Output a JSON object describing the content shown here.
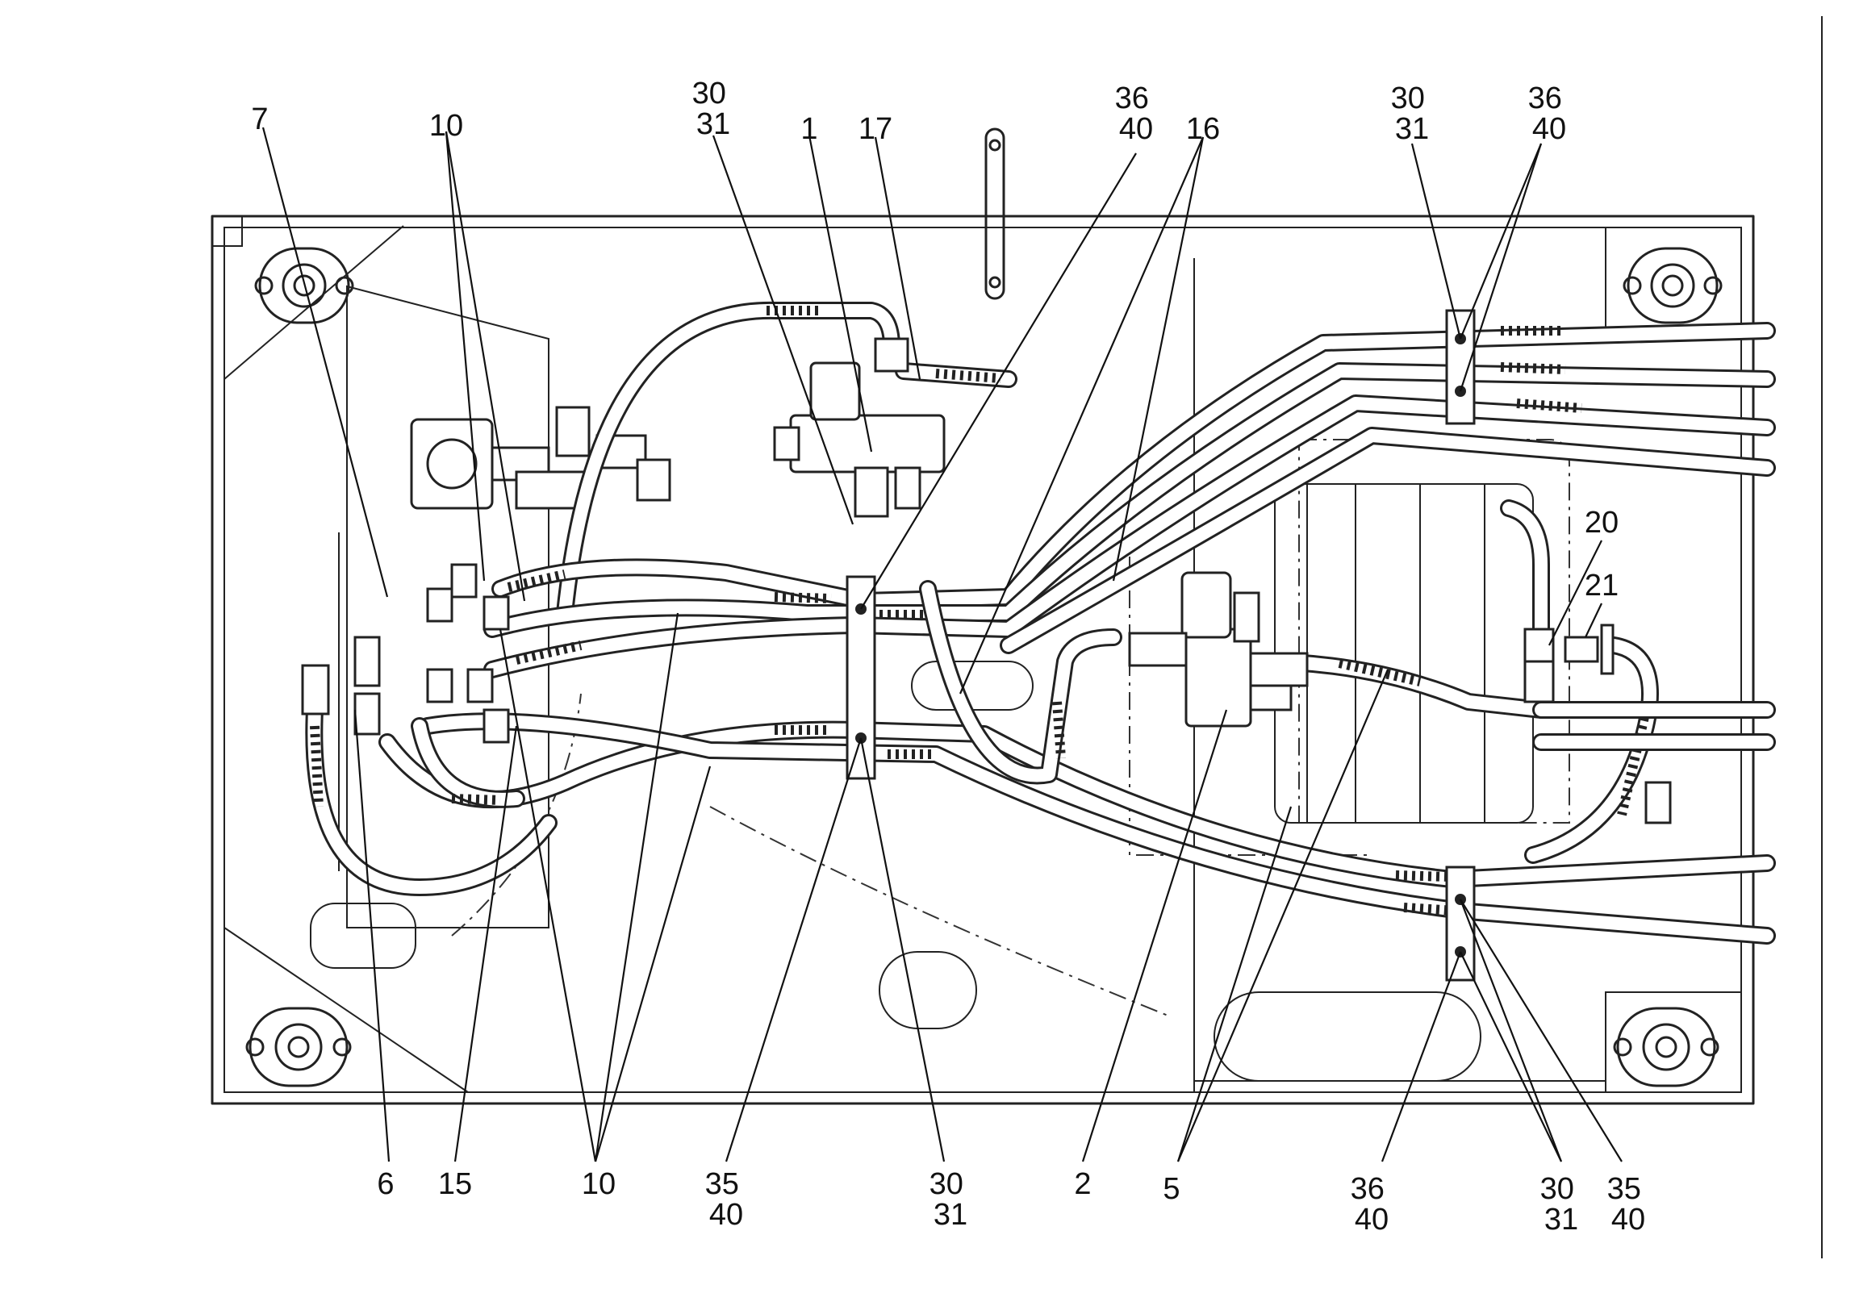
{
  "callouts": [
    {
      "id": "c7",
      "lines": [
        "7"
      ]
    },
    {
      "id": "c10a",
      "lines": [
        "10"
      ]
    },
    {
      "id": "c30a",
      "lines": [
        "30",
        "31"
      ]
    },
    {
      "id": "c1",
      "lines": [
        "1"
      ]
    },
    {
      "id": "c17",
      "lines": [
        "17"
      ]
    },
    {
      "id": "c36a",
      "lines": [
        "36",
        "40"
      ]
    },
    {
      "id": "c16",
      "lines": [
        "16"
      ]
    },
    {
      "id": "c30b",
      "lines": [
        "30",
        "31"
      ]
    },
    {
      "id": "c36b",
      "lines": [
        "36",
        "40"
      ]
    },
    {
      "id": "c20",
      "lines": [
        "20"
      ]
    },
    {
      "id": "c21",
      "lines": [
        "21"
      ]
    },
    {
      "id": "c6",
      "lines": [
        "6"
      ]
    },
    {
      "id": "c15",
      "lines": [
        "15"
      ]
    },
    {
      "id": "c10b",
      "lines": [
        "10"
      ]
    },
    {
      "id": "c35a",
      "lines": [
        "35",
        "40"
      ]
    },
    {
      "id": "c30c",
      "lines": [
        "30",
        "31"
      ]
    },
    {
      "id": "c2",
      "lines": [
        "2"
      ]
    },
    {
      "id": "c5",
      "lines": [
        "5"
      ]
    },
    {
      "id": "c36c",
      "lines": [
        "36",
        "40"
      ]
    },
    {
      "id": "c30d",
      "lines": [
        "30",
        "31"
      ]
    },
    {
      "id": "c35b",
      "lines": [
        "35",
        "40"
      ]
    }
  ]
}
